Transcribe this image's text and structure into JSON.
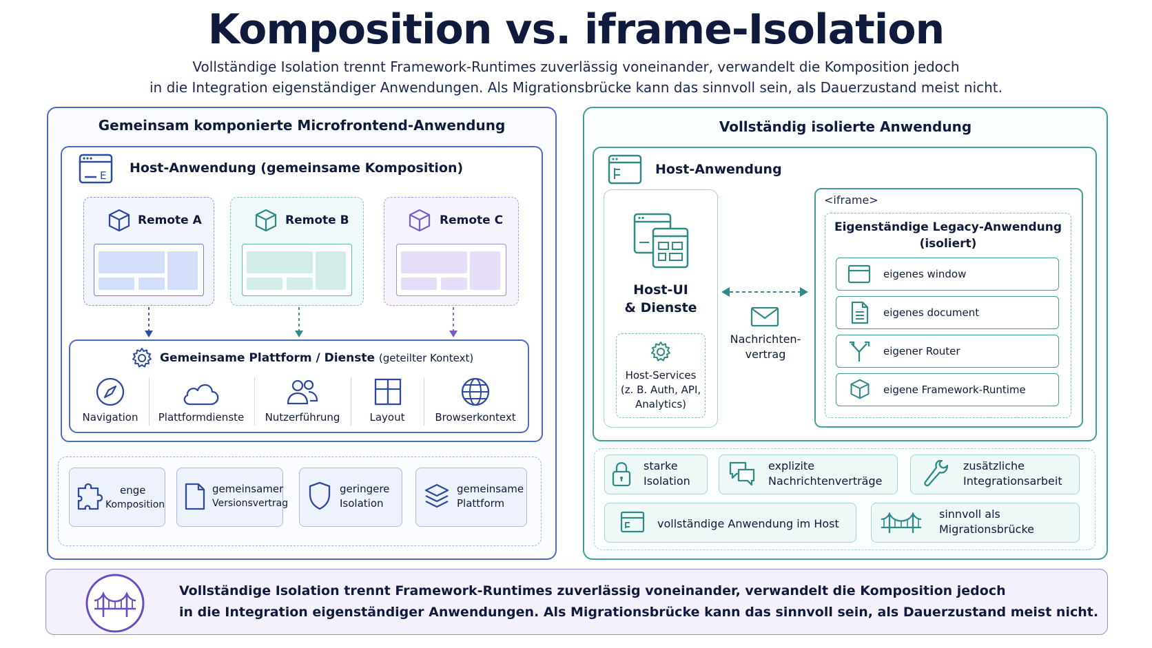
{
  "title": "Komposition vs. iframe-Isolation",
  "subtitle": {
    "line1": "Vollständige Isolation trennt Framework-Runtimes zuverlässig voneinander, verwandelt die Komposition jedoch",
    "line2": "in die Integration eigenständiger Anwendungen. Als Migrationsbrücke kann das sinnvoll sein, als Dauerzustand meist nicht."
  },
  "left": {
    "title": "Gemeinsam komponierte Microfrontend-Anwendung",
    "host_title": "Host-Anwendung (gemeinsame Komposition)",
    "remotes": [
      {
        "label": "Remote A",
        "color": "#4a69c9"
      },
      {
        "label": "Remote B",
        "color": "#3f9e9b"
      },
      {
        "label": "Remote C",
        "color": "#7d5bc4"
      }
    ],
    "platform": {
      "title": "Gemeinsame Plattform / Dienste",
      "subtitle": "(geteilter Kontext)",
      "items": [
        {
          "label": "Navigation",
          "icon": "compass-icon"
        },
        {
          "label": "Plattformdienste",
          "icon": "cloud-icon"
        },
        {
          "label": "Nutzerführung",
          "icon": "users-icon"
        },
        {
          "label": "Layout",
          "icon": "layout-icon"
        },
        {
          "label": "Browserkontext",
          "icon": "globe-icon"
        }
      ]
    },
    "traits": [
      {
        "line1": "enge",
        "line2": "Komposition",
        "icon": "puzzle-icon"
      },
      {
        "line1": "gemeinsamer",
        "line2": "Versionsvertrag",
        "icon": "document-icon"
      },
      {
        "line1": "geringere",
        "line2": "Isolation",
        "icon": "shield-icon"
      },
      {
        "line1": "gemeinsame",
        "line2": "Plattform",
        "icon": "layers-icon"
      }
    ]
  },
  "right": {
    "title": "Vollständig isolierte Anwendung",
    "host_title": "Host-Anwendung",
    "host_ui": {
      "line1": "Host-UI",
      "line2": "& Dienste"
    },
    "host_services": {
      "line1": "Host-Services",
      "line2": "(z. B. Auth, API,",
      "line3": "Analytics)"
    },
    "message": {
      "line1": "Nachrichten-",
      "line2": "vertrag"
    },
    "iframe_label": "<iframe>",
    "legacy_title": {
      "line1": "Eigenständige Legacy-Anwendung",
      "line2": "(isoliert)"
    },
    "legacy_items": [
      {
        "label": "eigenes window",
        "icon": "window-icon"
      },
      {
        "label": "eigenes document",
        "icon": "document-icon"
      },
      {
        "label": "eigener Router",
        "icon": "router-icon"
      },
      {
        "label": "eigene Framework-Runtime",
        "icon": "cube-icon"
      }
    ],
    "traits": [
      {
        "line1": "starke",
        "line2": "Isolation",
        "icon": "lock-icon"
      },
      {
        "line1": "explizite",
        "line2": "Nachrichtenverträge",
        "icon": "chat-icon"
      },
      {
        "line1": "zusätzliche",
        "line2": "Integrationsarbeit",
        "icon": "wrench-icon"
      },
      {
        "line1": "vollständige Anwendung im Host",
        "line2": "",
        "icon": "app-window-icon"
      },
      {
        "line1": "sinnvoll als",
        "line2": "Migrationsbrücke",
        "icon": "bridge-icon"
      }
    ]
  },
  "footer": {
    "line1": "Vollständige Isolation trennt Framework-Runtimes zuverlässig voneinander, verwandelt die Komposition jedoch",
    "line2": "in die Integration eigenständiger Anwendungen. Als Migrationsbrücke kann das sinnvoll sein, als Dauerzustand  meist nicht."
  },
  "colors": {
    "blue": "#4a69c9",
    "teal": "#3f9e9b",
    "purple": "#7d5bc4",
    "navy": "#0f1a3c"
  }
}
